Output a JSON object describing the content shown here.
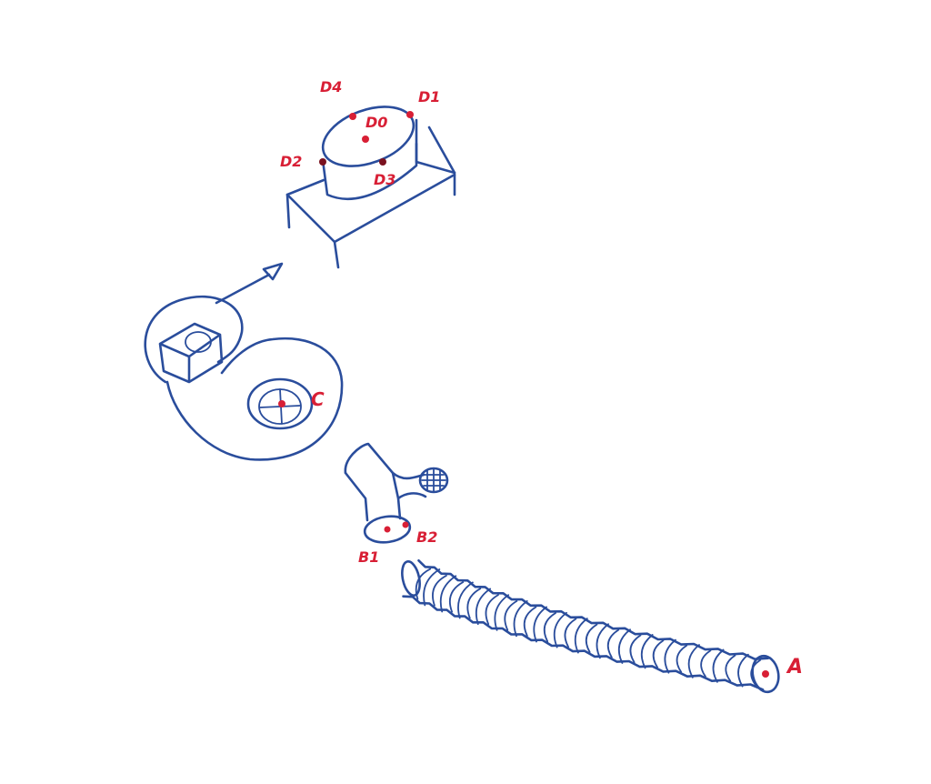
{
  "labels": {
    "d4": "D4",
    "d1": "D1",
    "d0": "D0",
    "d2": "D2",
    "d3": "D3",
    "c": "C",
    "b1": "B1",
    "b2": "B2",
    "a": "A"
  },
  "colors": {
    "ink": "#2a4d9c",
    "marker": "#d81f35"
  }
}
